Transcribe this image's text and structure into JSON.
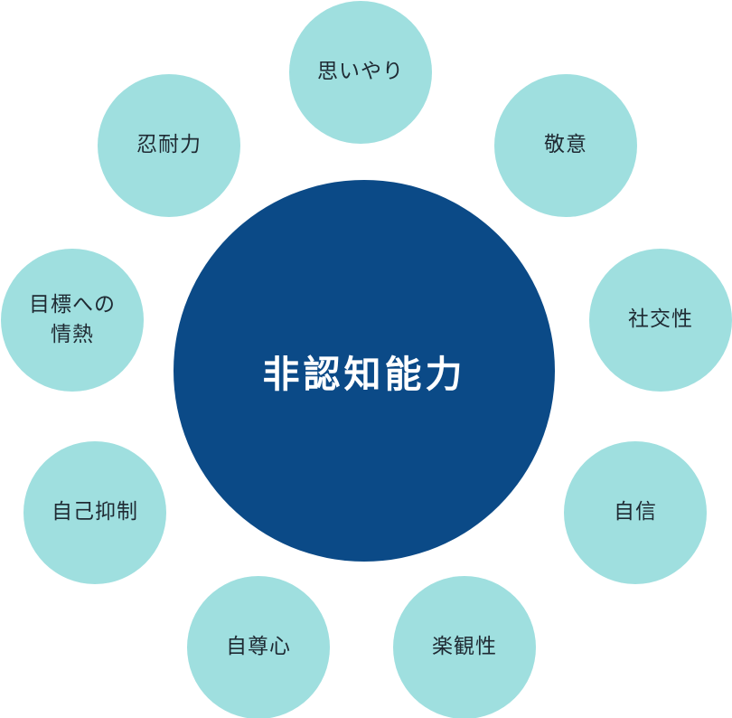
{
  "center": {
    "label": "非認知能力",
    "color": "#0b4a87"
  },
  "satellite_color": "#9fdfdf",
  "nodes": [
    {
      "id": "omoiyari",
      "label": "思いやり"
    },
    {
      "id": "keii",
      "label": "敬意"
    },
    {
      "id": "shakousei",
      "label": "社交性"
    },
    {
      "id": "jishin",
      "label": "自信"
    },
    {
      "id": "rakkansei",
      "label": "楽観性"
    },
    {
      "id": "jisonshin",
      "label": "自尊心"
    },
    {
      "id": "jikoyokusei",
      "label": "自己抑制"
    },
    {
      "id": "mokuhyou",
      "label": "目標への\n情熱"
    },
    {
      "id": "nintairyoku",
      "label": "忍耐力"
    }
  ]
}
